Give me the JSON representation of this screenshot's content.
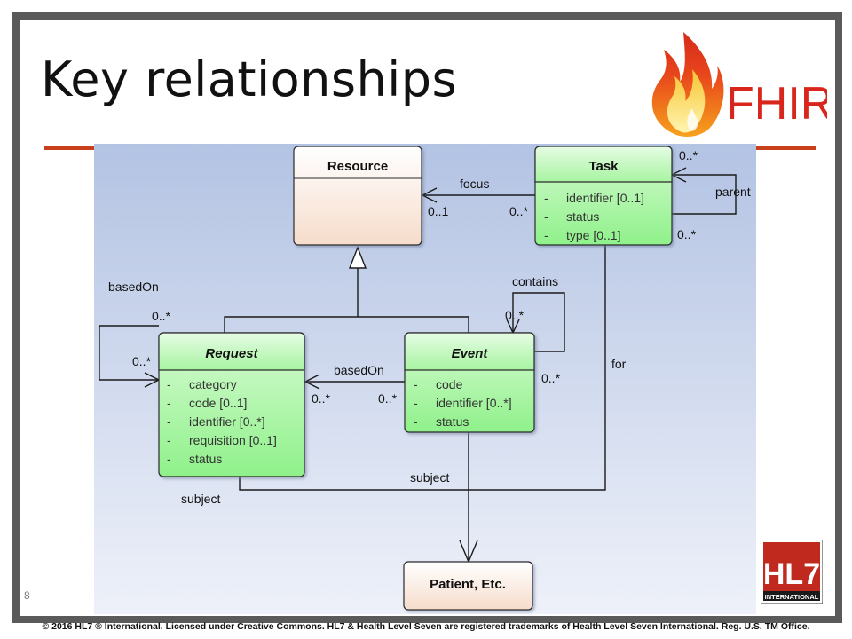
{
  "slide": {
    "title": "Key relationships",
    "number": "8",
    "footer": "© 2016 HL7 ® International. Licensed under Creative Commons. HL7 & Health Level Seven are registered trademarks of Health Level Seven International. Reg. U.S. TM Office.",
    "logo_text": "FHIR",
    "hl7_logo": {
      "mark": "HL7",
      "caption": "INTERNATIONAL"
    }
  },
  "colors": {
    "accent_line": "#c8401a",
    "diagram_bg_top": "#b3c3e3",
    "diagram_bg_bottom": "#eef1f9",
    "green_box": "#9ff59a",
    "tan_box": "#f6dccb"
  },
  "diagram": {
    "resource": {
      "title": "Resource"
    },
    "task": {
      "title": "Task",
      "attrs": [
        "identifier [0..1]",
        "status",
        "type [0..1]"
      ]
    },
    "request": {
      "title": "Request",
      "attrs": [
        "category",
        "code [0..1]",
        "identifier [0..*]",
        "requisition [0..1]",
        "status"
      ]
    },
    "event": {
      "title": "Event",
      "attrs": [
        "code",
        "identifier [0..*]",
        "status"
      ]
    },
    "patient": {
      "title": "Patient, Etc."
    },
    "attr_marker": "-",
    "labels": {
      "focus": "focus",
      "focus_target_mult": "0..1",
      "focus_source_mult": "0..*",
      "parent": "parent",
      "parent_mult_top": "0..*",
      "parent_mult_bottom": "0..*",
      "contains": "contains",
      "contains_mult_top": "0..*",
      "contains_mult_right": "0..*",
      "request_basedon": "basedOn",
      "request_basedon_mult_top": "0..*",
      "request_basedon_mult_left": "0..*",
      "event_basedon": "basedOn",
      "event_basedon_mult_left": "0..*",
      "event_basedon_mult_right": "0..*",
      "for": "for",
      "subject_request": "subject",
      "subject_event": "subject"
    }
  }
}
